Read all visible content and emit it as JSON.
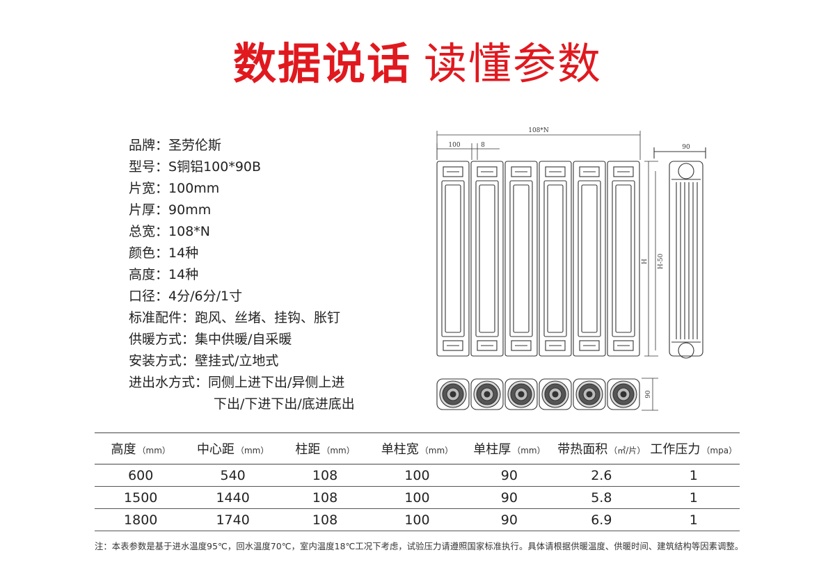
{
  "title": {
    "part1": "数据说话",
    "part2": "读懂参数"
  },
  "specs": [
    {
      "key": "品牌：",
      "value": "圣劳伦斯"
    },
    {
      "key": "型号：",
      "value": "S铜铝100*90B"
    },
    {
      "key": "片宽：",
      "value": "100mm"
    },
    {
      "key": "片厚：",
      "value": "90mm"
    },
    {
      "key": "总宽：",
      "value": "108*N"
    },
    {
      "key": "颜色：",
      "value": "14种"
    },
    {
      "key": "高度：",
      "value": "14种"
    },
    {
      "key": "口径：",
      "value": "4分/6分/1寸"
    },
    {
      "key": "标准配件：",
      "value": "跑风、丝堵、挂钩、胀钉"
    },
    {
      "key": "供暖方式：",
      "value": "集中供暖/自采暖"
    },
    {
      "key": "安装方式：",
      "value": "壁挂式/立地式"
    },
    {
      "key": "进出水方式：",
      "value": "同侧上进下出/异侧上进"
    }
  ],
  "specs_continuation": "下出/下进下出/底进底出",
  "drawing": {
    "total_width_label": "108*N",
    "column_width_label": "100",
    "gap_label": "8",
    "side_depth_label": "90",
    "height_label": "H",
    "center_distance_label": "H-50",
    "bottom_depth_label": "90",
    "columns": 6
  },
  "table": {
    "headers": [
      {
        "label": "高度",
        "unit": "（mm）"
      },
      {
        "label": "中心距",
        "unit": "（mm）"
      },
      {
        "label": "柱距",
        "unit": "（mm）"
      },
      {
        "label": "单柱宽",
        "unit": "（mm）"
      },
      {
        "label": "单柱厚",
        "unit": "（mm）"
      },
      {
        "label": "带热面积",
        "unit": "（㎡/片）"
      },
      {
        "label": "工作压力",
        "unit": "（mpa）"
      }
    ],
    "rows": [
      [
        "600",
        "540",
        "108",
        "100",
        "90",
        "2.6",
        "1"
      ],
      [
        "1500",
        "1440",
        "108",
        "100",
        "90",
        "5.8",
        "1"
      ],
      [
        "1800",
        "1740",
        "108",
        "100",
        "90",
        "6.9",
        "1"
      ]
    ]
  },
  "note": "注：本表参数是基于进水温度95℃，回水温度70℃，室内温度18℃工况下考虑，试验压力请遵照国家标准执行。具体请根据供暖温度、供暖时间、建筑结构等因素调整。",
  "colors": {
    "title_red": "#e0191f",
    "text": "#222222",
    "line": "#444444"
  }
}
